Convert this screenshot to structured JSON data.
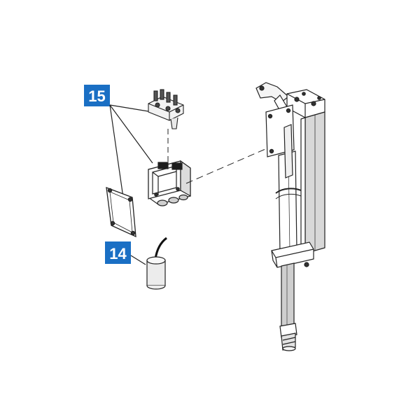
{
  "callouts": [
    {
      "id": "callout-15",
      "label": "15"
    },
    {
      "id": "callout-14",
      "label": "14"
    }
  ],
  "colors": {
    "callout_fill": "#1a6fc4",
    "callout_text": "#ffffff",
    "line": "#222222",
    "shade": "#d9d9d9",
    "background": "#ffffff"
  }
}
